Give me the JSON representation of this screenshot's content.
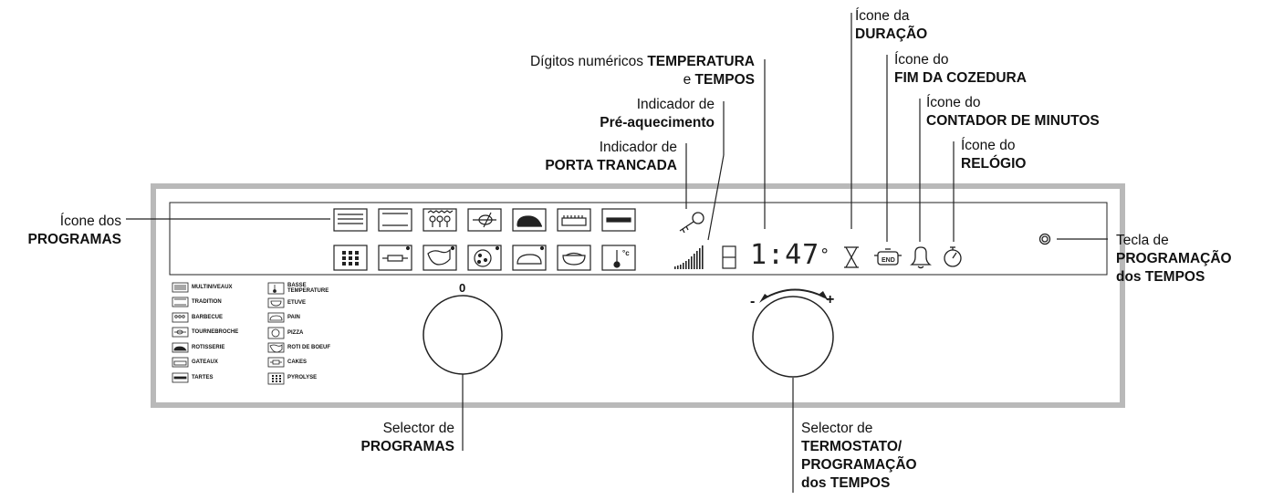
{
  "labels": {
    "duracao": {
      "line1": "Ícone da",
      "line2": "DURAÇÃO"
    },
    "fim": {
      "line1": "Ícone do",
      "line2": "FIM DA COZEDURA"
    },
    "contador": {
      "line1": "Ícone do",
      "line2": "CONTADOR DE MINUTOS"
    },
    "relogio": {
      "line1": "Ícone do",
      "line2": "RELÓGIO"
    },
    "digitos": {
      "line1_normal": "Dígitos numéricos ",
      "line1_bold": "TEMPERATURA",
      "line2_normal": "e ",
      "line2_bold": "TEMPOS"
    },
    "preaquec": {
      "line1": "Indicador de",
      "line2": "Pré-aquecimento"
    },
    "porta": {
      "line1": "Indicador de",
      "line2": "PORTA TRANCADA"
    },
    "programas_icon": {
      "line1": "Ícone dos",
      "line2": "PROGRAMAS"
    },
    "tecla": {
      "line1": "Tecla de",
      "line2": "PROGRAMAÇÃO",
      "line3": "dos TEMPOS"
    },
    "sel_prog": {
      "line1": "Selector de",
      "line2": "PROGRAMAS"
    },
    "sel_termo": {
      "line1": "Selector de",
      "line2": "TERMOSTATO/",
      "line3": "PROGRAMAÇÃO",
      "line4": "dos TEMPOS"
    }
  },
  "display": {
    "digits": "1:47",
    "degree": "°"
  },
  "dial": {
    "zero": "0",
    "minus": "-",
    "plus": "+"
  },
  "legend_left": [
    "MULTINIVEAUX",
    "TRADITION",
    "BARBECUE",
    "TOURNEBROCHE",
    "ROTISSERIE",
    "GATEAUX",
    "TARTES"
  ],
  "legend_right": [
    "BASSE TEMPERATURE",
    "ETUVE",
    "PAIN",
    "PIZZA",
    "ROTI DE BOEUF",
    "CAKES",
    "PYROLYSE"
  ],
  "icons": {
    "top_row": [
      "multiniveaux-icon",
      "tradition-icon",
      "barbecue-icon",
      "tournebroche-icon",
      "rotisserie-icon",
      "gateaux-icon",
      "tartes-icon"
    ],
    "bottom_row": [
      "pyrolyse-icon",
      "cakes-icon",
      "roti-de-boeuf-icon",
      "pizza-icon",
      "pain-icon",
      "etuve-icon",
      "basse-temperature-icon"
    ],
    "status": [
      "key-icon",
      "preheat-bars-icon",
      "hourglass-icon",
      "end-pot-icon",
      "bell-icon",
      "stopwatch-icon"
    ],
    "end_text": "END"
  }
}
